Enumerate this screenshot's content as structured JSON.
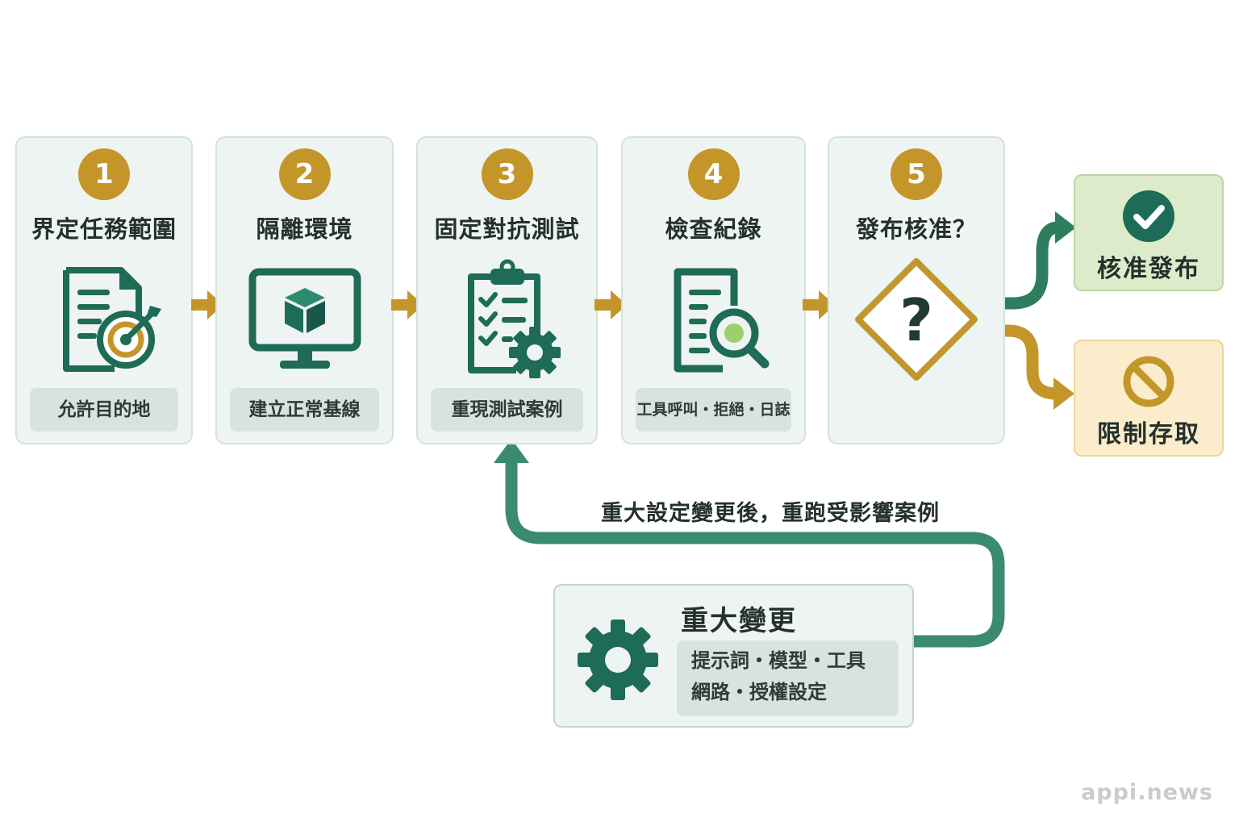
{
  "steps": [
    {
      "number": "1",
      "title": "界定任務範圍",
      "pill": "允許目的地",
      "icon": "document-target-icon"
    },
    {
      "number": "2",
      "title": "隔離環境",
      "pill": "建立正常基線",
      "icon": "monitor-cube-icon"
    },
    {
      "number": "3",
      "title": "固定對抗測試",
      "pill": "重現測試案例",
      "icon": "clipboard-checklist-gear-icon"
    },
    {
      "number": "4",
      "title": "檢查紀錄",
      "pill": "工具呼叫・拒絕・日誌",
      "icon": "document-magnifier-icon"
    },
    {
      "number": "5",
      "title": "發布核准？",
      "icon": "question-diamond-icon"
    }
  ],
  "outcomes": {
    "approve": {
      "label": "核准發布",
      "icon": "check-circle-icon"
    },
    "restrict": {
      "label": "限制存取",
      "icon": "prohibited-icon"
    }
  },
  "loop": {
    "label": "重大設定變更後，重跑受影響案例"
  },
  "change": {
    "title": "重大變更",
    "line1": "提示詞・模型・工具",
    "line2": "網路・授權設定",
    "icon": "gear-icon"
  },
  "watermark": "appi.news",
  "colors": {
    "primary_green": "#1e6b57",
    "gold": "#c4962a",
    "card_bg": "#eef4f1",
    "approve_bg": "#dcebc9",
    "restrict_bg": "#fbeccb",
    "loop_green": "#3b8a72"
  }
}
